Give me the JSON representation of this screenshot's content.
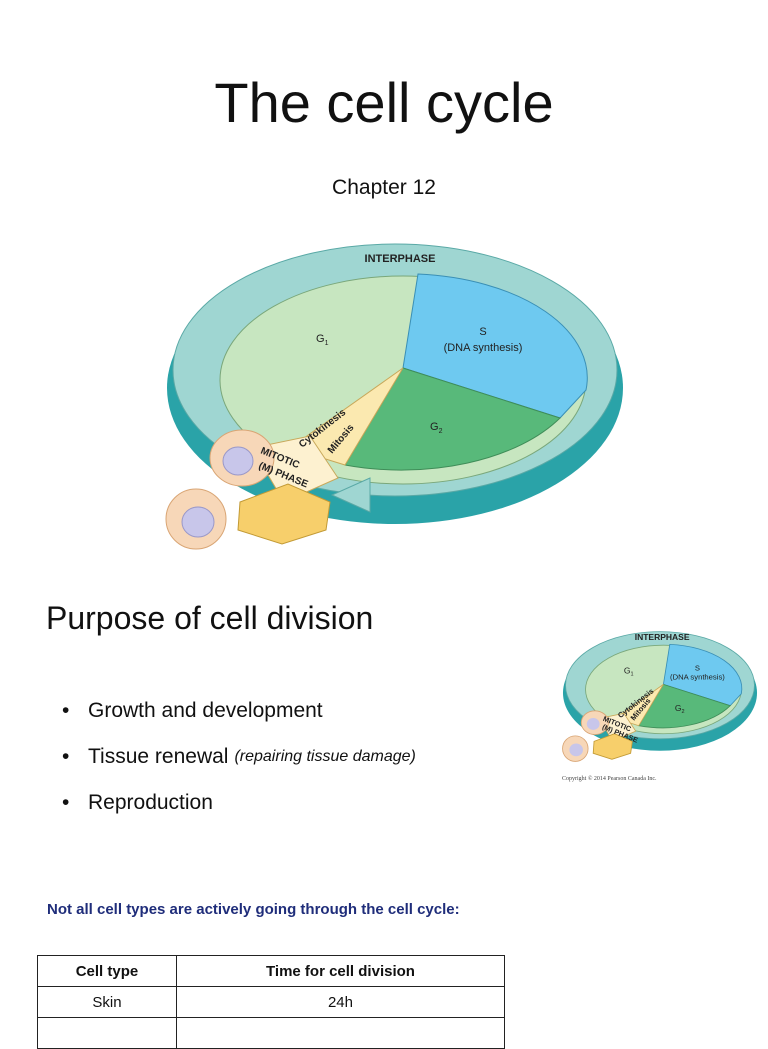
{
  "title": "The cell cycle",
  "subtitle": "Chapter 12",
  "diagram": {
    "interphase": "INTERPHASE",
    "g1": "G",
    "g1_sub": "1",
    "s": "S",
    "s_sub": "(DNA synthesis)",
    "g2": "G",
    "g2_sub": "2",
    "cytokinesis": "Cytokinesis",
    "mitosis": "Mitosis",
    "mitotic": "MITOTIC",
    "m_phase": "(M) PHASE"
  },
  "copyright": "Copyright © 2014 Pearson Canada Inc.",
  "section": {
    "heading": "Purpose of cell division",
    "bullets": [
      {
        "text": "Growth and development",
        "note": ""
      },
      {
        "text": "Tissue renewal",
        "note": "(repairing tissue damage)"
      },
      {
        "text": "Reproduction",
        "note": ""
      }
    ]
  },
  "note": "Not all cell types are actively going through the cell cycle:",
  "table": {
    "headers": [
      "Cell type",
      "Time for cell division"
    ],
    "rows": [
      [
        "Skin",
        "24h"
      ],
      [
        "",
        ""
      ]
    ]
  },
  "colors": {
    "ring": "#9fd6d2",
    "ring_side": "#2aa3a8",
    "g1": "#c7e6c0",
    "s": "#6ec9f0",
    "g2": "#58b97a",
    "mitotic": "#fbe9b0",
    "note_blue": "#1f2d7a"
  }
}
